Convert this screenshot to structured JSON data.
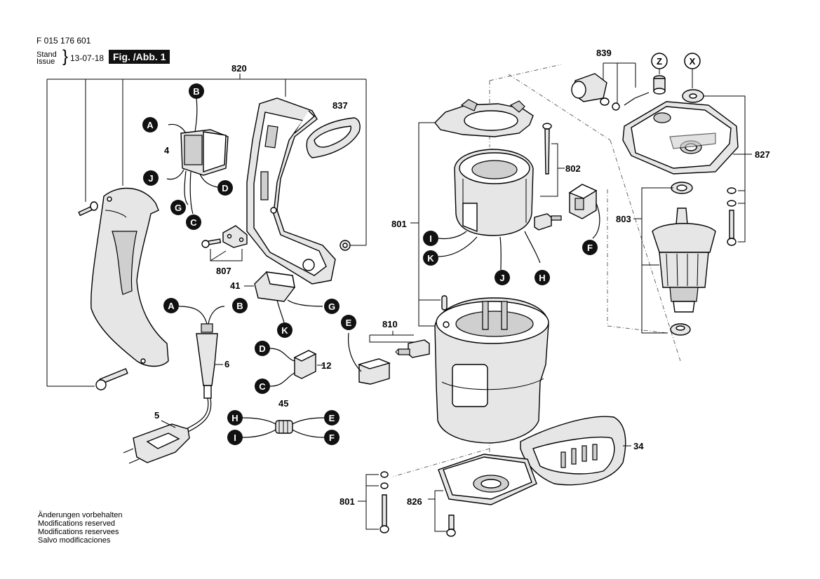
{
  "header": {
    "doc_number": "F 015 176 601",
    "stand_label": "Stand",
    "issue_label": "Issue",
    "issue_date": "13-07-18",
    "fig_label": "Fig. /Abb. 1"
  },
  "footer": {
    "lines": [
      "Änderungen vorbehalten",
      "Modifications reserved",
      "Modifications reservees",
      "Salvo modificaciones"
    ]
  },
  "part_numbers": {
    "p820": "820",
    "p837": "837",
    "p4": "4",
    "p807": "807",
    "p41": "41",
    "p6": "6",
    "p5": "5",
    "p12": "12",
    "p45": "45",
    "p810": "810",
    "p839": "839",
    "p802": "802",
    "p801_top": "801",
    "p801_bottom": "801",
    "p803": "803",
    "p827": "827",
    "p826": "826",
    "p34": "34"
  },
  "connector_letters": {
    "A": "A",
    "B": "B",
    "C": "C",
    "D": "D",
    "E": "E",
    "F": "F",
    "G": "G",
    "H": "H",
    "I": "I",
    "J": "J",
    "K": "K"
  },
  "view_markers": {
    "Z": "Z",
    "X": "X"
  }
}
